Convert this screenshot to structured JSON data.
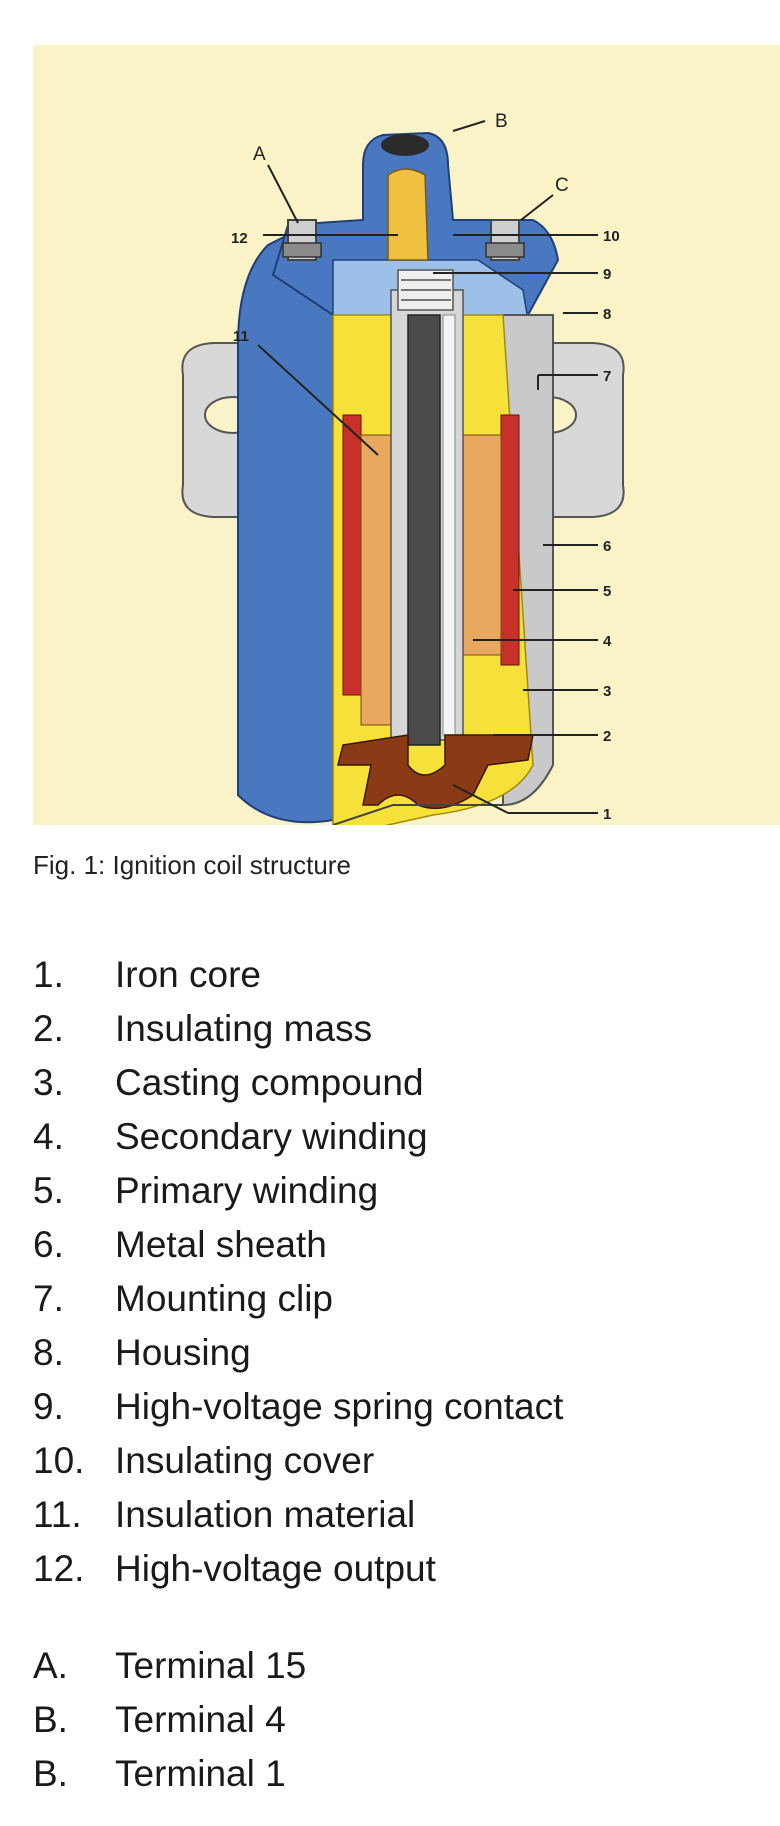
{
  "figure": {
    "caption": "Fig. 1: Ignition coil structure",
    "callouts": {
      "A": "A",
      "B": "B",
      "C": "C",
      "n1": "1",
      "n2": "2",
      "n3": "3",
      "n4": "4",
      "n5": "5",
      "n6": "6",
      "n7": "7",
      "n8": "8",
      "n9": "9",
      "n10": "10",
      "n11": "11",
      "n12": "12"
    },
    "colors": {
      "background": "#faf3c8",
      "housing": "#4a78c0",
      "casting": "#f6e03a",
      "primary_winding": "#c8302a",
      "secondary_winding": "#e8a860",
      "insulating_mass": "#8a3a14",
      "core": "#4a4a4a",
      "sheath": "#c9c9c9"
    }
  },
  "parts": [
    {
      "num": "1.",
      "label": "Iron core"
    },
    {
      "num": "2.",
      "label": "Insulating mass"
    },
    {
      "num": "3.",
      "label": "Casting compound"
    },
    {
      "num": "4.",
      "label": "Secondary winding"
    },
    {
      "num": "5.",
      "label": "Primary winding"
    },
    {
      "num": "6.",
      "label": "Metal sheath"
    },
    {
      "num": "7.",
      "label": "Mounting clip"
    },
    {
      "num": "8.",
      "label": "Housing"
    },
    {
      "num": "9.",
      "label": "High-voltage spring contact"
    },
    {
      "num": "10.",
      "label": "Insulating cover"
    },
    {
      "num": "11.",
      "label": "Insulation material"
    },
    {
      "num": "12.",
      "label": "High-voltage output"
    }
  ],
  "terminals": [
    {
      "num": "A.",
      "label": "Terminal 15"
    },
    {
      "num": "B.",
      "label": "Terminal 4"
    },
    {
      "num": "B.",
      "label": "Terminal 1"
    }
  ]
}
